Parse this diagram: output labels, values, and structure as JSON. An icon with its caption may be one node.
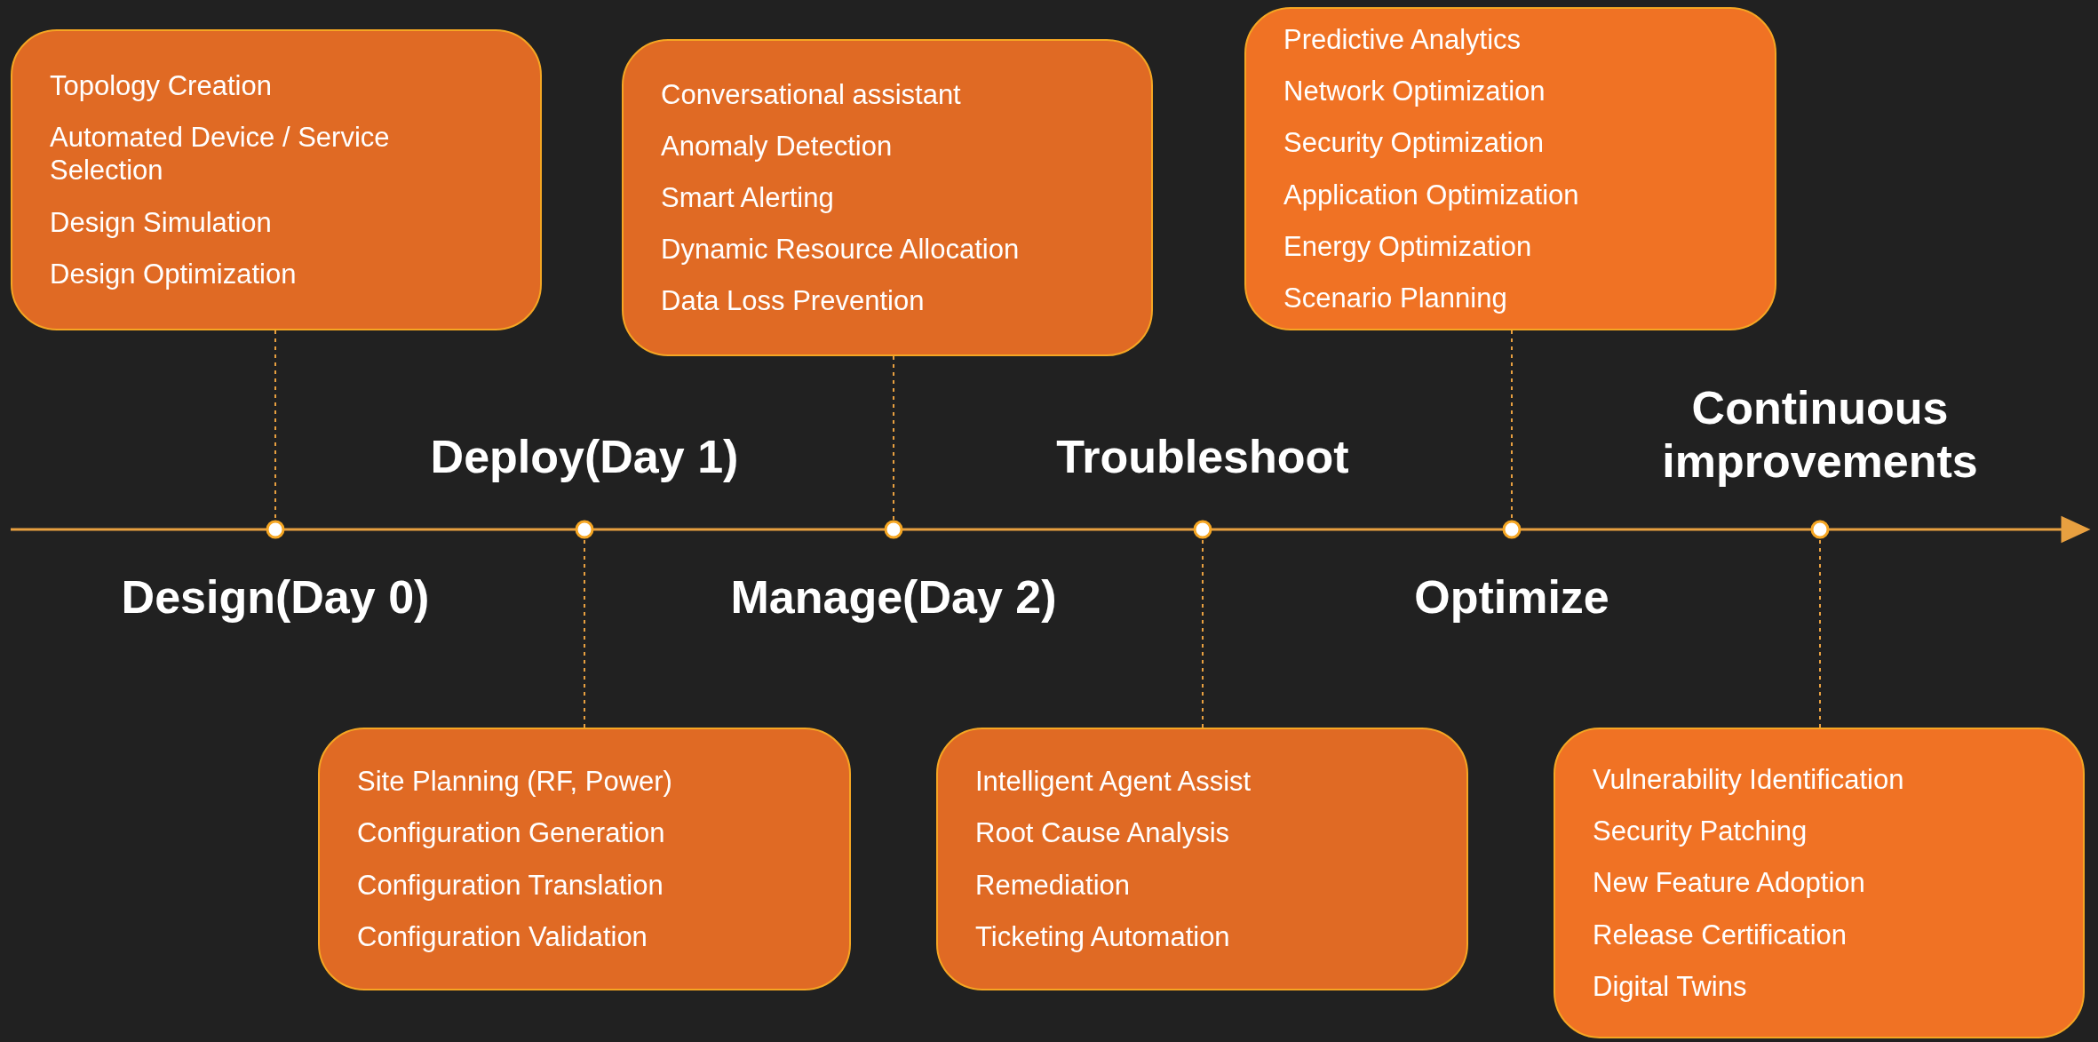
{
  "diagram": {
    "nodes": [
      {
        "text": [
          "Topology Creation",
          "Automated Device / Service Selection",
          "Design Simulation",
          "Design Optimization"
        ]
      },
      {
        "text": [
          "Conversational assistant",
          "Anomaly Detection",
          "Smart Alerting",
          "Dynamic Resource Allocation",
          "Data Loss Prevention"
        ]
      },
      {
        "text": [
          "Predictive Analytics",
          "Network Optimization",
          "Security Optimization",
          "Application Optimization",
          "Energy Optimization",
          "Scenario Planning"
        ]
      },
      {
        "text": [],
        "shape": "circle"
      },
      {
        "text": [],
        "shape": "circle"
      },
      {
        "text": [],
        "shape": "circle"
      },
      {
        "text": [],
        "shape": "circle"
      },
      {
        "text": [],
        "shape": "circle"
      },
      {
        "text": [],
        "shape": "circle"
      },
      {
        "text": [
          "Site Planning (RF, Power)",
          "Configuration Generation",
          "Configuration Translation",
          "Configuration Validation"
        ]
      },
      {
        "text": [
          "Intelligent Agent Assist",
          "Root Cause Analysis",
          "Remediation",
          "Ticketing Automation"
        ]
      },
      {
        "text": [
          "Vulnerability Identification",
          "Security Patching",
          "New Feature Adoption",
          "Release Certification",
          "Digital Twins"
        ]
      }
    ],
    "edges": [
      {
        "from": 0,
        "to": 3,
        "arrow": "none",
        "style": "dashed"
      },
      {
        "from": 9,
        "to": 4,
        "arrow": "none",
        "style": "dashed"
      },
      {
        "from": 1,
        "to": 5,
        "arrow": "none",
        "style": "dashed"
      },
      {
        "from": 10,
        "to": 6,
        "arrow": "none",
        "style": "dashed"
      },
      {
        "from": 2,
        "to": 7,
        "arrow": "none",
        "style": "dashed"
      },
      {
        "from": 11,
        "to": 8,
        "arrow": "none",
        "style": "dashed"
      }
    ],
    "labels": [
      "Deploy(Day 1)",
      "Troubleshoot",
      "Continuous improvements",
      "Design(Day 0)",
      "Manage(Day 2)",
      "Optimize"
    ]
  }
}
